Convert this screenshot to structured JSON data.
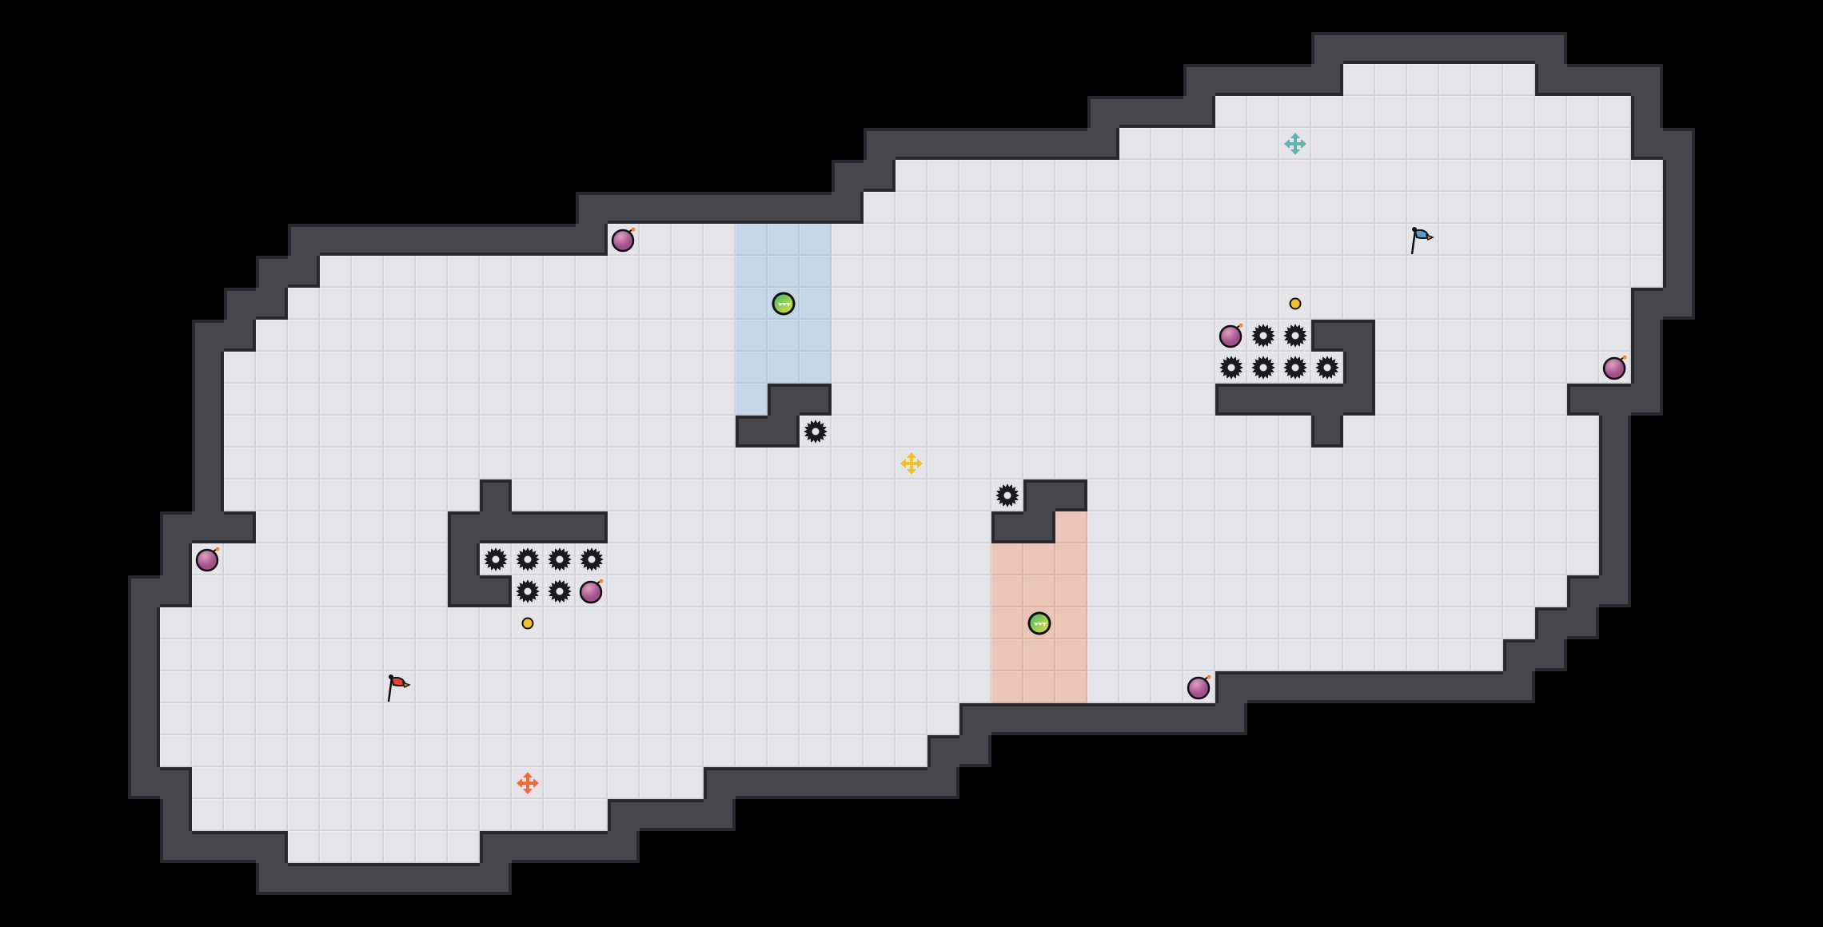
{
  "level": {
    "entities": {
      "spike": {
        "count": 14,
        "color": "#1b1b1e"
      },
      "bomb_orb": {
        "count": 6,
        "color": "#a0508c"
      },
      "speed_ball": {
        "count": 2,
        "color": "#7ec94a"
      },
      "coin": {
        "count": 2,
        "color": "#f2c02a"
      },
      "move_cross": [
        {
          "name": "teal",
          "color": "#5fb3ad"
        },
        {
          "name": "yellow",
          "color": "#f2c02a"
        },
        {
          "name": "orange",
          "color": "#f26b3a"
        }
      ],
      "flag": [
        {
          "name": "red",
          "color": "#e8403a"
        },
        {
          "name": "blue",
          "color": "#5a9ecf"
        }
      ]
    },
    "colors": {
      "background": "#000000",
      "floor": "#e4e4e9",
      "wall": "#48474e",
      "water_zone": "#c5d8e8",
      "heat_zone": "#ebc5b5"
    }
  }
}
